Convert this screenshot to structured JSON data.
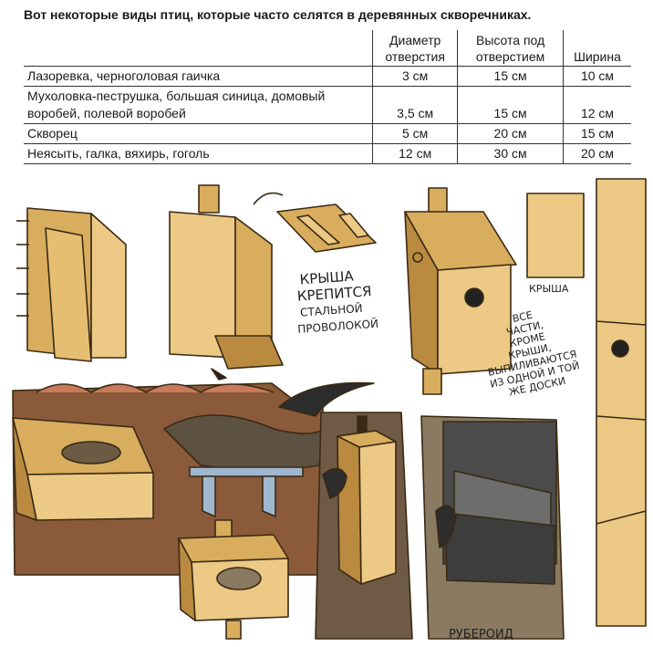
{
  "heading": "Вот некоторые виды птиц, которые часто селятся в деревянных скворечниках.",
  "table": {
    "headers": {
      "diameter": [
        "Диаметр",
        "отверстия"
      ],
      "height": [
        "Высота под",
        "отверстием"
      ],
      "width": [
        "Ширина"
      ]
    },
    "rows": [
      {
        "birds": "Лазоревка, черноголовая гаичка",
        "diameter": "3 см",
        "height": "15 см",
        "width": "10 см"
      },
      {
        "birds": "Мухоловка-пеструшка, большая синица, домовый воробей, полевой воробей",
        "diameter": "3,5 см",
        "height": "15 см",
        "width": "12 см"
      },
      {
        "birds": "Скворец",
        "diameter": "5 см",
        "height": "20 см",
        "width": "15 см"
      },
      {
        "birds": "Неясыть, галка, вяхирь, гоголь",
        "diameter": "12 см",
        "height": "30 см",
        "width": "20 см"
      }
    ]
  },
  "annotations": {
    "roof_wire": [
      "КРЫША",
      "КРЕПИТСЯ",
      "СТАЛЬНОЙ",
      "ПРОВОЛОКОЙ"
    ],
    "roof": "КРЫША",
    "one_board": [
      "ВСЕ",
      "ЧАСТИ,",
      "КРОМЕ",
      "КРЫШИ,",
      "ВЫПИЛИВАЮТСЯ",
      "ИЗ ОДНОЙ И ТОЙ",
      "ЖЕ ДОСКИ"
    ],
    "roofing_felt": "РУБЕРОИД"
  },
  "colors": {
    "wood_light": "#ecc985",
    "wood_mid": "#d9ad5e",
    "wood_dark": "#b98a3f",
    "outline": "#3a2a14",
    "bark": "#6f5a45",
    "felt": "#4b4b4b",
    "bracket": "#9fb7cf"
  }
}
